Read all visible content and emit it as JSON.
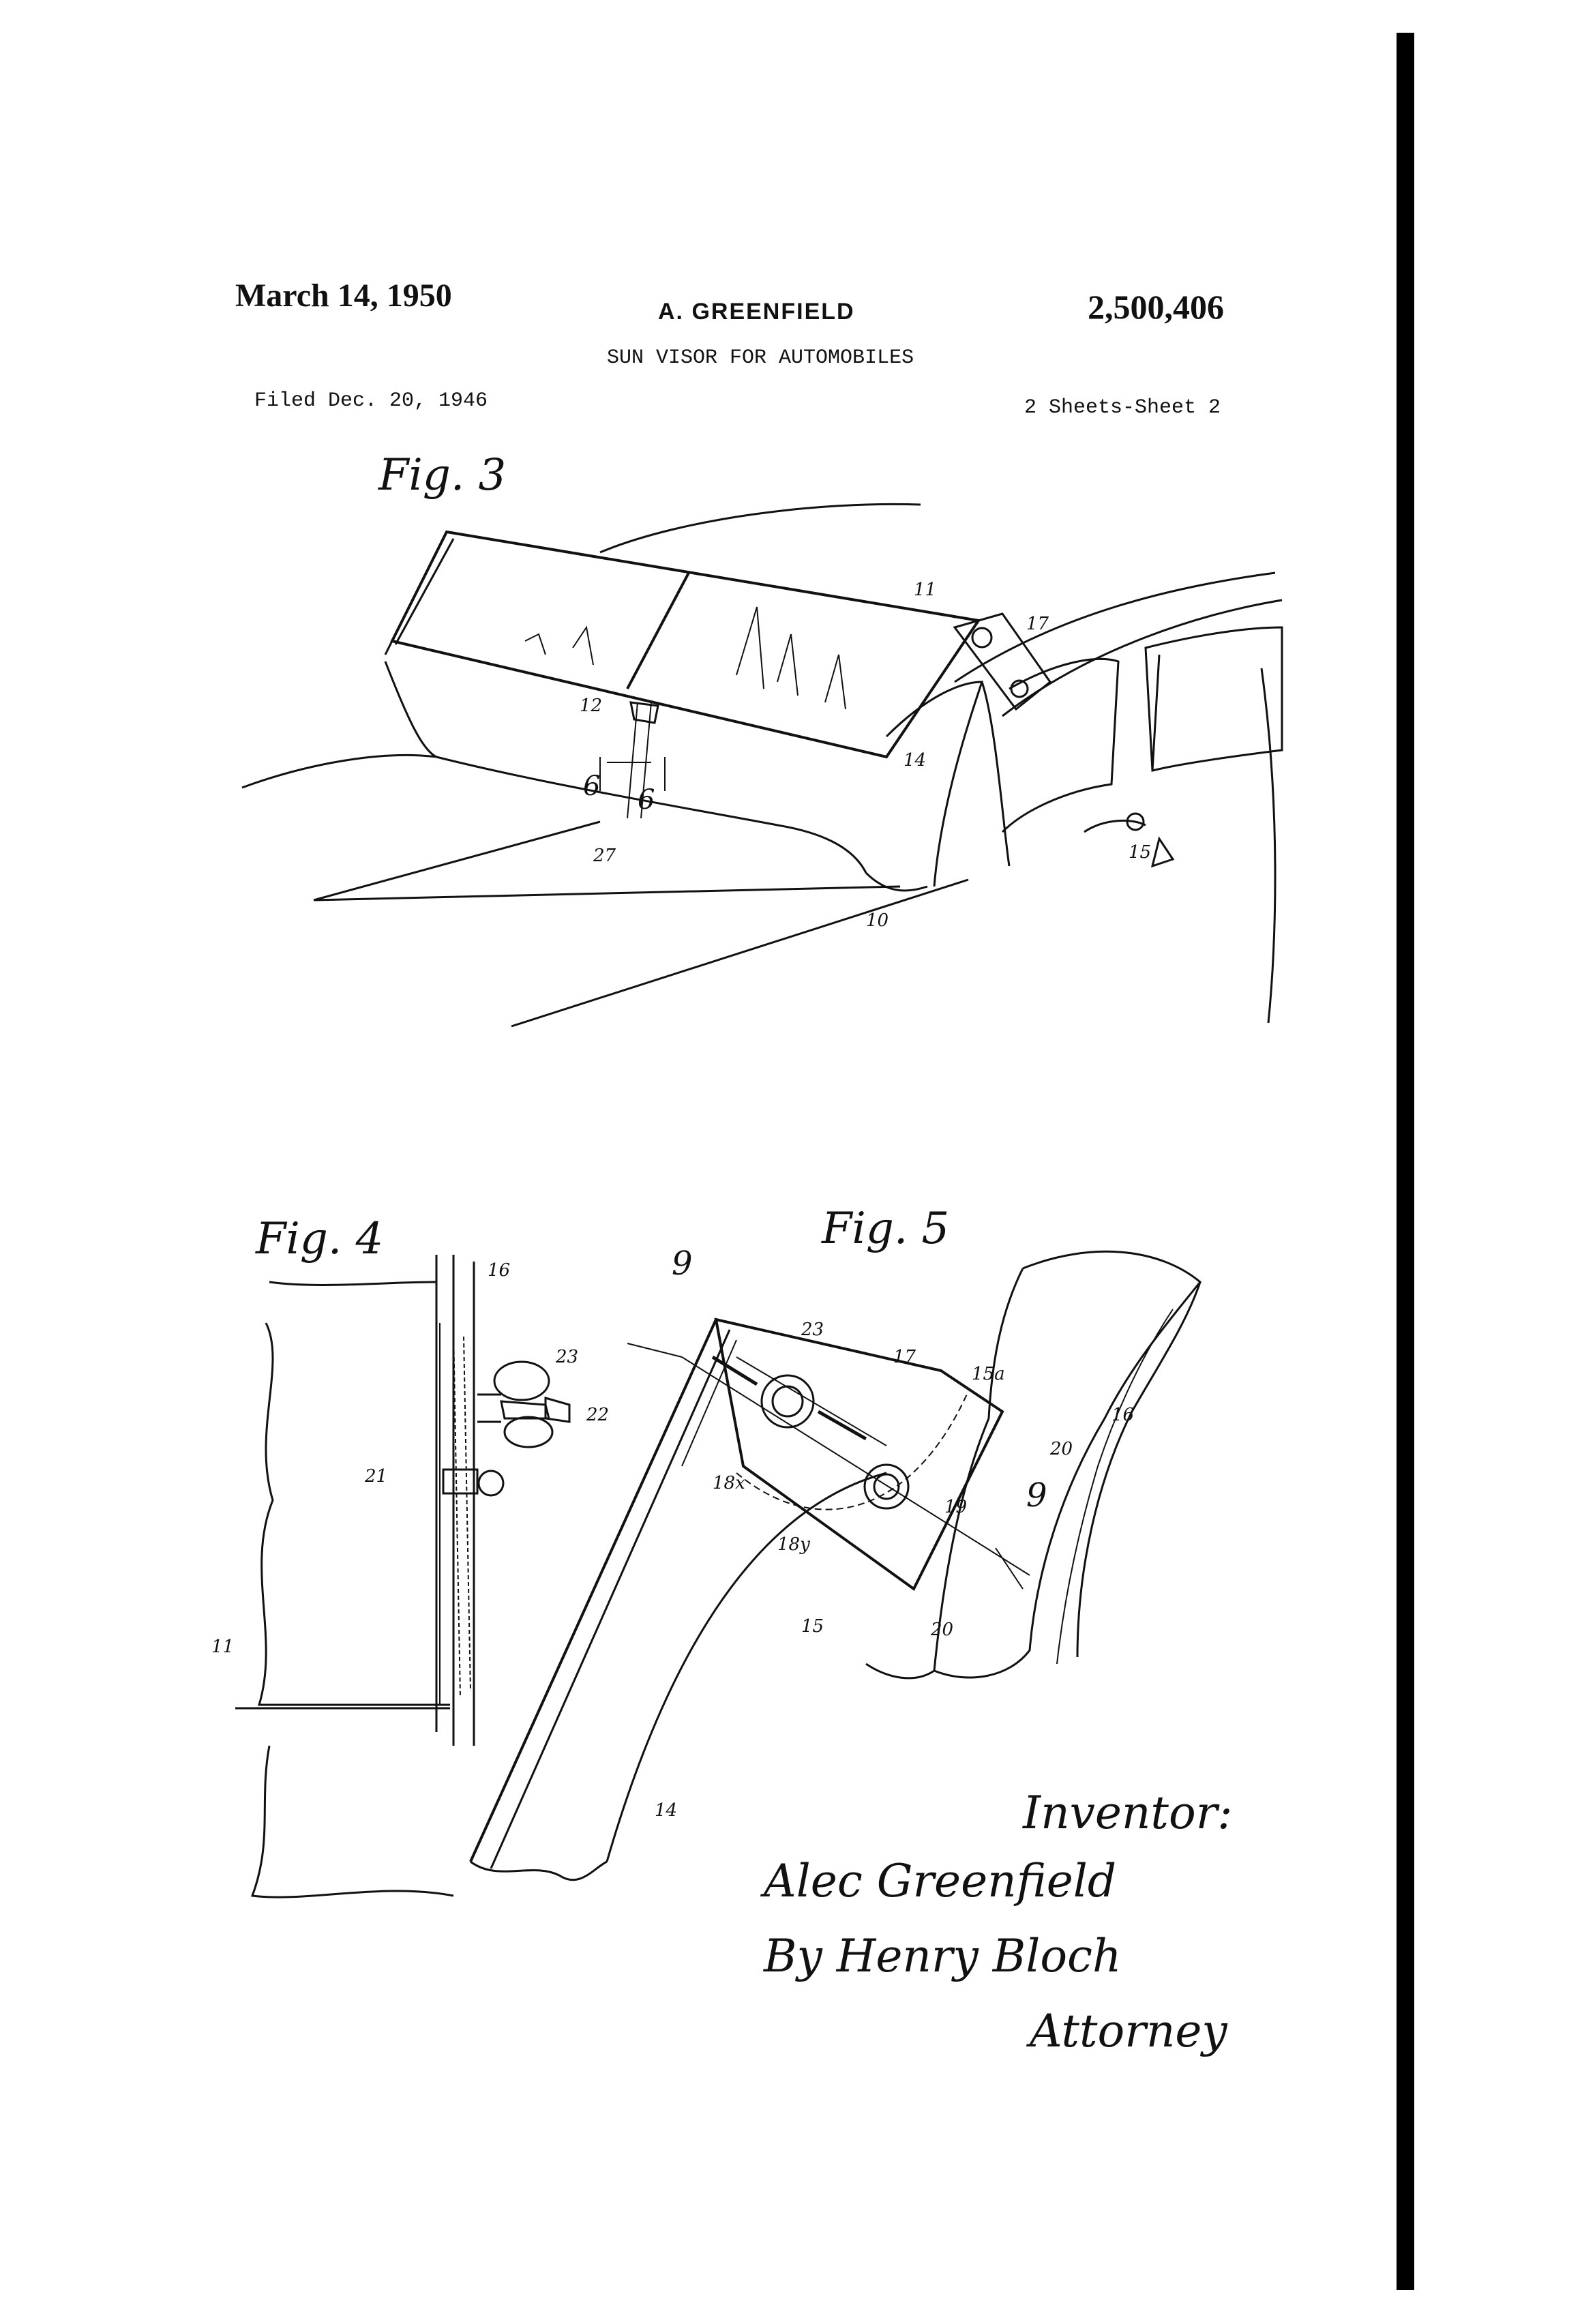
{
  "header": {
    "date": "March 14, 1950",
    "inventor_name": "A. GREENFIELD",
    "patent_number": "2,500,406",
    "title": "SUN VISOR FOR AUTOMOBILES",
    "filed": "Filed Dec. 20, 1946",
    "sheets": "2 Sheets-Sheet 2"
  },
  "figures": {
    "fig3": {
      "label": "Fig. 3",
      "refs": [
        "11",
        "17",
        "12",
        "6",
        "6",
        "27",
        "14",
        "10",
        "15"
      ]
    },
    "fig4": {
      "label": "Fig. 4",
      "refs": [
        "16",
        "23",
        "22",
        "21",
        "11"
      ]
    },
    "fig5": {
      "label": "Fig. 5",
      "refs": [
        "9",
        "23",
        "17",
        "15a",
        "16",
        "20",
        "18x",
        "18y",
        "19",
        "9",
        "15",
        "20",
        "14"
      ]
    }
  },
  "signature": {
    "inventor_label": "Inventor:",
    "inventor_name": "Alec Greenfield",
    "by_line": "By Henry Bloch",
    "attorney_label": "Attorney"
  }
}
